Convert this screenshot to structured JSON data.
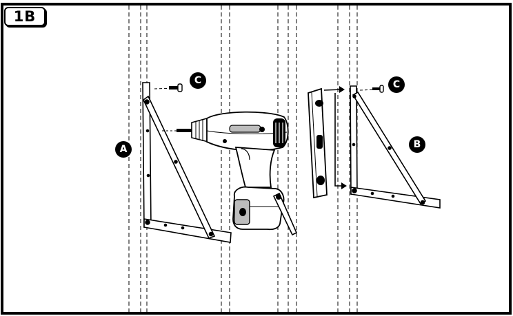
{
  "step_label": "1B",
  "callouts": {
    "bracket_a": "A",
    "bracket_b": "B",
    "screw_c_left": "C",
    "screw_c_right": "C"
  },
  "colors": {
    "ink": "#000000",
    "paper": "#ffffff",
    "shade": "#bdbdbd"
  }
}
